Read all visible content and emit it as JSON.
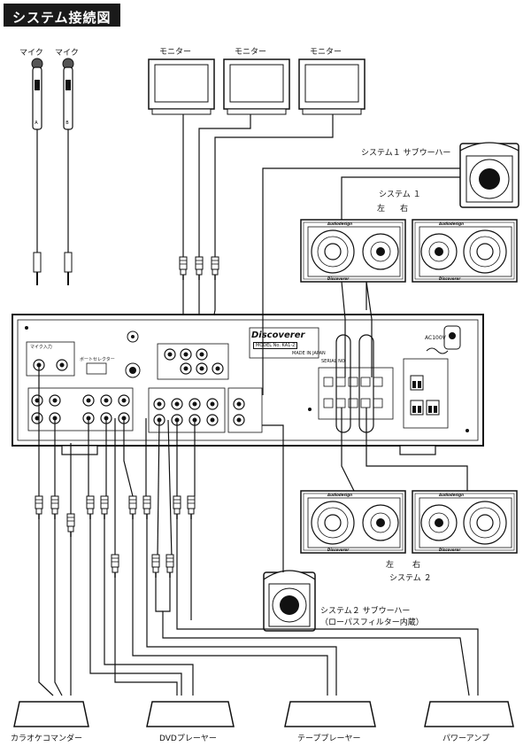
{
  "title": "システム接続図",
  "labels": {
    "mic": "マイク",
    "monitor": "モニター",
    "system1_sub": "システム１ サブウーハー",
    "system1": "システム １",
    "left": "左",
    "right": "右",
    "system2": "システム ２",
    "system2_sub_line1": "システム２ サブウーハー",
    "system2_sub_line2": "（ローパスフィルター内蔵）",
    "karaoke": "カラオケコマンダー",
    "dvd": "DVDプレーヤー",
    "tape": "テーププレーヤー",
    "power_amp": "パワーアンプ"
  },
  "amp": {
    "brand": "Discoverer",
    "model": "MODEL No. KA1-2",
    "made_in": "MADE IN JAPAN",
    "ac_label": "AC100V",
    "serial": "SERIAL NO.",
    "mic_input": "マイク入力",
    "power_selector": "ボートセレクター",
    "speaker_brand": "Audiodesign",
    "speaker_brand2": "Discoverer"
  },
  "colors": {
    "line": "#111111",
    "background": "#ffffff",
    "title_bg": "#1a1a1a",
    "title_fg": "#ffffff"
  }
}
